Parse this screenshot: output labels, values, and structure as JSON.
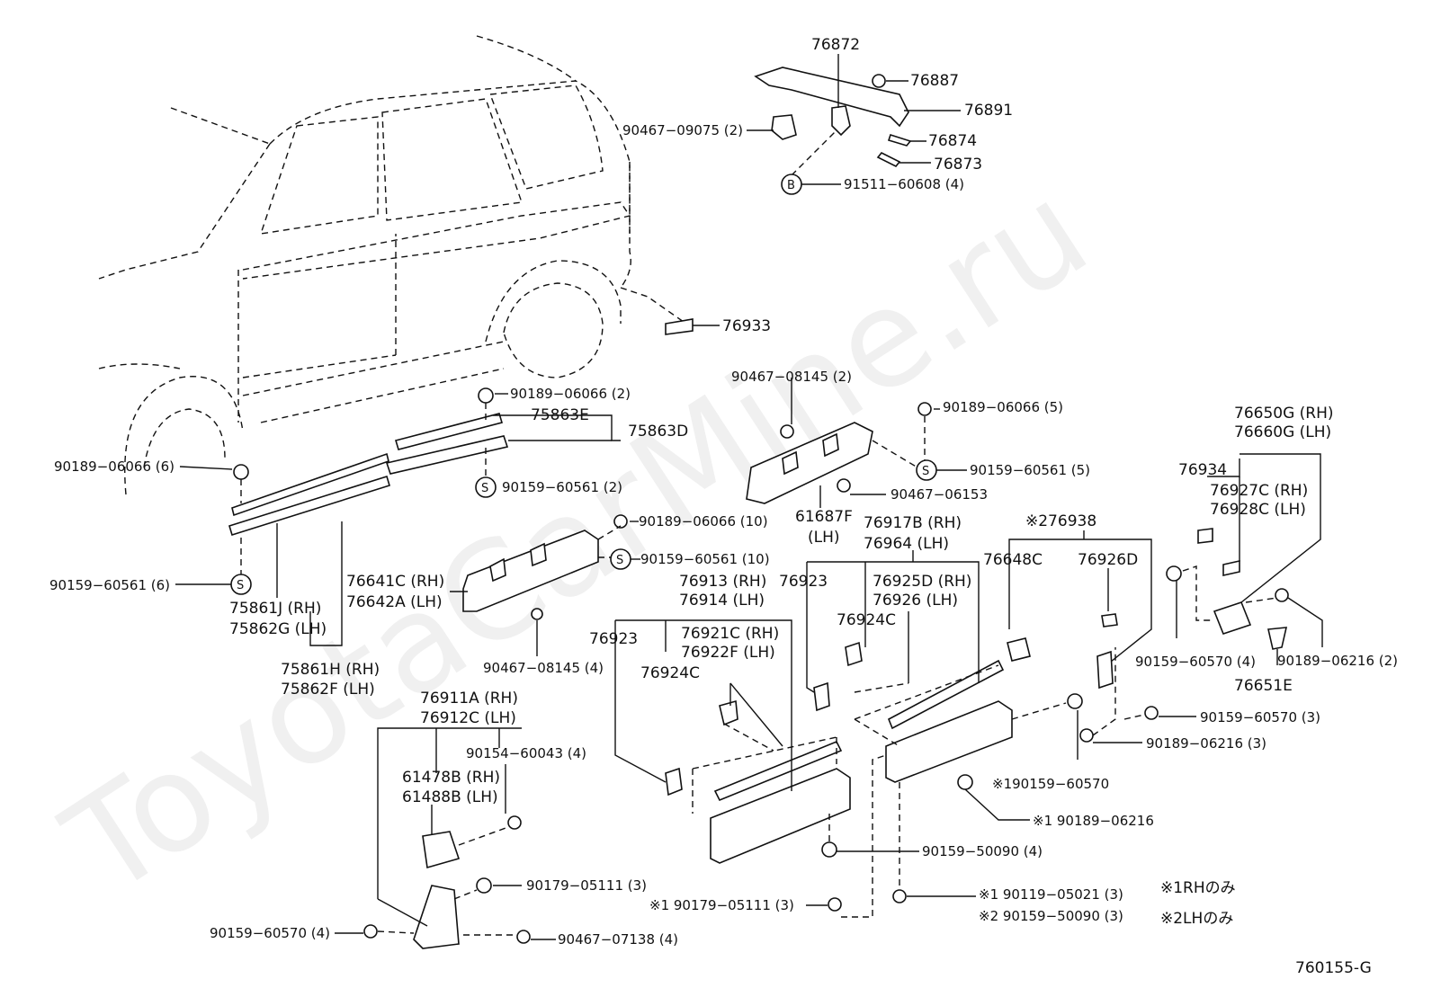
{
  "diagram_id": "760155-G",
  "watermark": "ToyotaCarMine.ru",
  "notes": [
    "※1RHのみ",
    "※2LHのみ"
  ],
  "labels": {
    "l76872": "76872",
    "l76887": "76887",
    "l76891": "76891",
    "l76874": "76874",
    "l76873": "76873",
    "l90467_09075": "90467−09075 (2)",
    "l91511_60608": "91511−60608 (4)",
    "lB": "B",
    "l76933": "76933",
    "l90189_06066_2": "90189−06066 (2)",
    "l75863E": "75863E",
    "l75863D": "75863D",
    "l90159_60561_2": "90159−60561 (2)",
    "l90189_06066_6": "90189−06066 (6)",
    "l90159_60561_6": "90159−60561 (6)",
    "l75861J": "75861J (RH)",
    "l75862G": "75862G (LH)",
    "l75861H": "75861H (RH)",
    "l75862F": "75862F (LH)",
    "l76641C": "76641C (RH)",
    "l76642A": "76642A (LH)",
    "l90189_06066_10": "90189−06066 (10)",
    "l90159_60561_10": "90159−60561 (10)",
    "l90467_08145_4": "90467−08145 (4)",
    "l90467_08145_2": "90467−08145 (2)",
    "l90189_06066_5": "90189−06066 (5)",
    "l90159_60561_5": "90159−60561 (5)",
    "l90467_06153": "90467−06153",
    "l61687F": "61687F",
    "l61687F_lh": "(LH)",
    "l76650G": "76650G (RH)",
    "l76660G": "76660G (LH)",
    "l76934": "76934",
    "l76927C": "76927C (RH)",
    "l76928C": "76928C (LH)",
    "l76938": "※276938",
    "l76648C": "76648C",
    "l76926D": "76926D",
    "l76917B": "76917B (RH)",
    "l76964": "76964    (LH)",
    "l76923a": "76923",
    "l76925D": "76925D (RH)",
    "l76926": "76926    (LH)",
    "l76924Ca": "76924C",
    "l76913": "76913 (RH)",
    "l76914": "76914 (LH)",
    "l76923b": "76923",
    "l76921C": "76921C (RH)",
    "l76922F": "76922F (LH)",
    "l76924Cb": "76924C",
    "l90159_60570_4r": "90159−60570 (4)",
    "l90189_06216_2": "90189−06216 (2)",
    "l76651E": "76651E",
    "l90159_60570_3": "90159−60570 (3)",
    "l90189_06216_3": "90189−06216 (3)",
    "l90159_60570_s1": "※190159−60570",
    "l90189_06216_s1": "※1 90189−06216",
    "l76911A": "76911A (RH)",
    "l76912C": "76912C (LH)",
    "l90154_60043": "90154−60043 (4)",
    "l61478B": "61478B (RH)",
    "l61488B": "61488B (LH)",
    "l90159_50090_4": "90159−50090 (4)",
    "l90179_05111_3": "90179−05111 (3)",
    "l90179_05111_s1": "※1 90179−05111 (3)",
    "l90119_05021": "※1 90119−05021 (3)",
    "l90159_50090_s2": "※2 90159−50090 (3)",
    "l90159_60570_4l": "90159−60570 (4)",
    "l90467_07138": "90467−07138 (4)",
    "lS1": "S",
    "lS2": "S",
    "lS3": "S",
    "lS4": "S"
  }
}
